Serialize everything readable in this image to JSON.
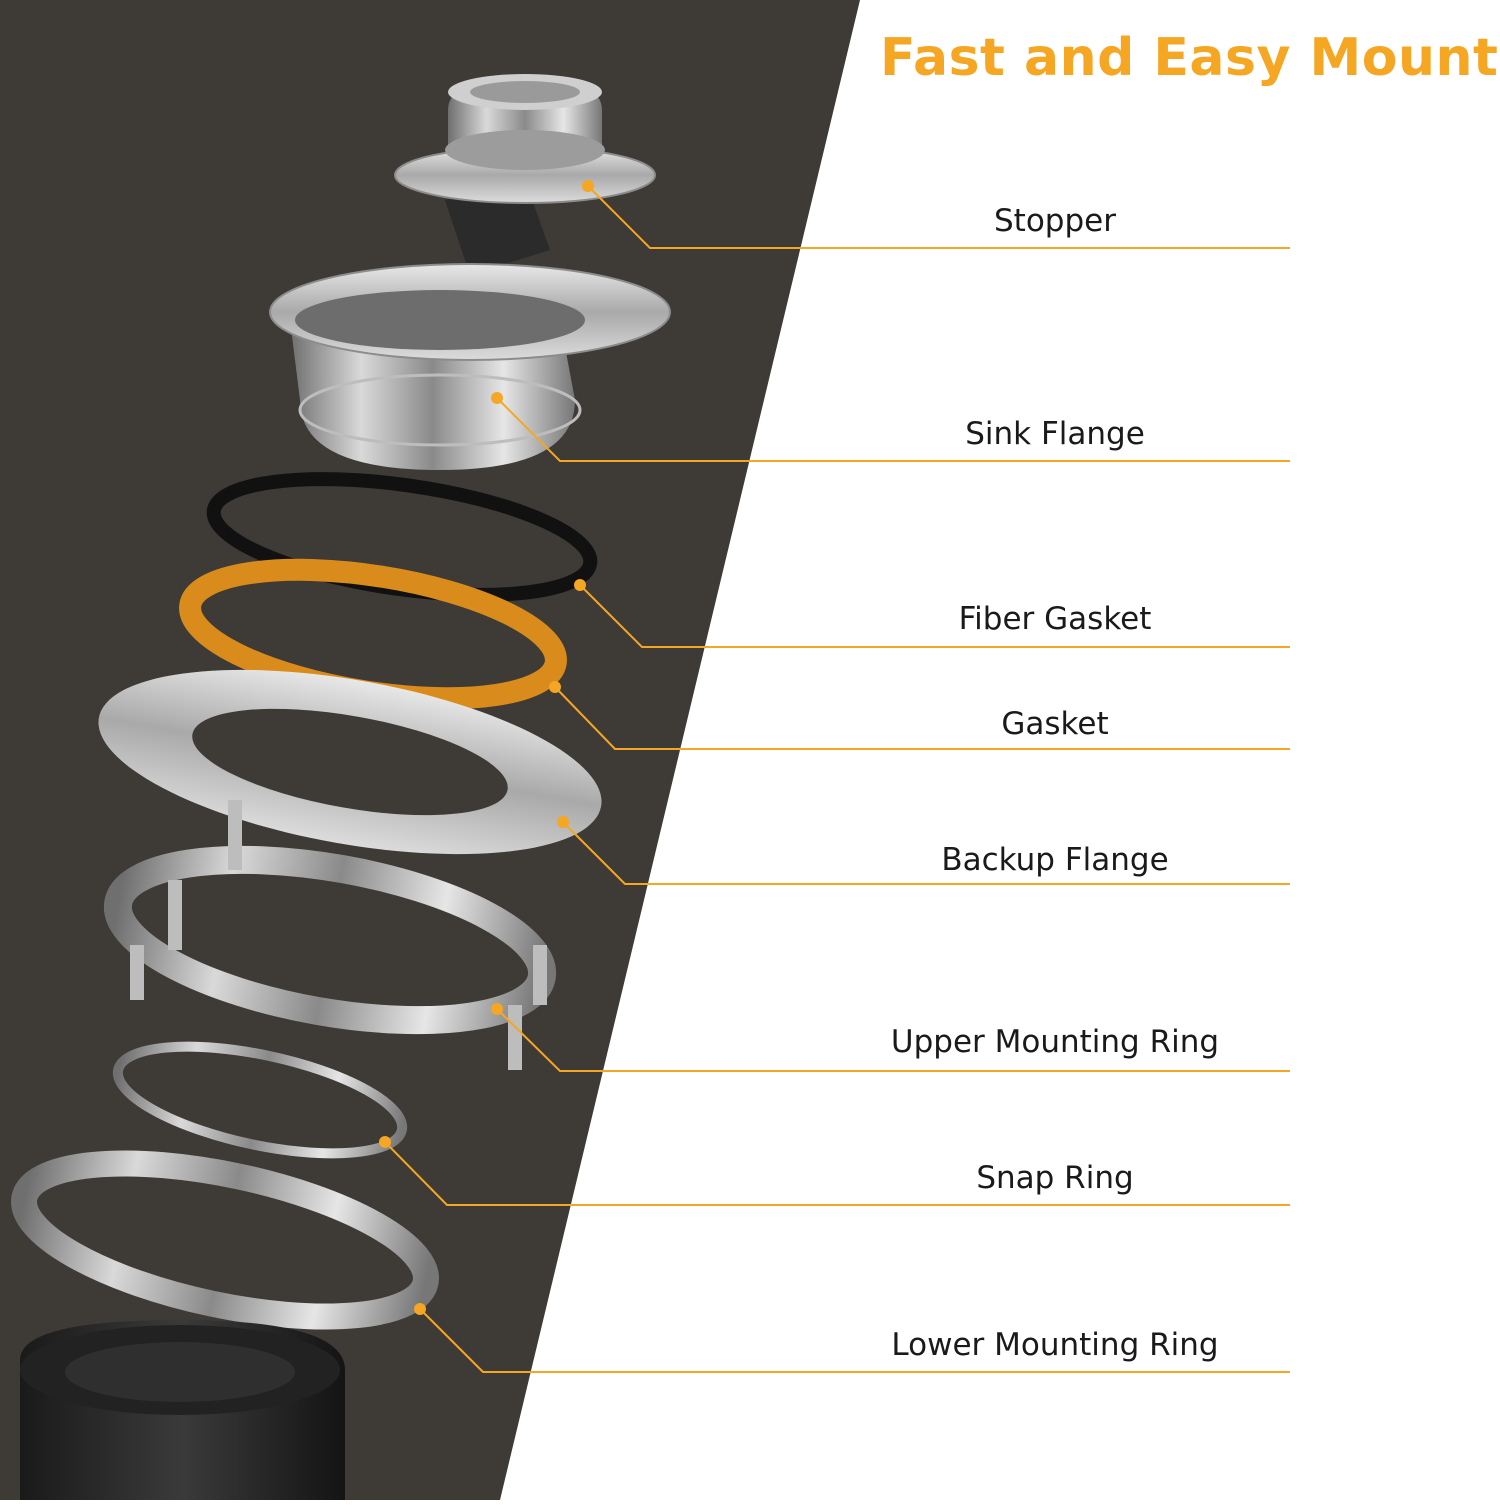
{
  "title": "Fast and Easy Mount",
  "colors": {
    "accent": "#F5A623",
    "panel": "#3e3a36",
    "background": "#ffffff"
  },
  "parts": [
    {
      "label": "Stopper"
    },
    {
      "label": "Sink Flange"
    },
    {
      "label": "Fiber Gasket"
    },
    {
      "label": "Gasket"
    },
    {
      "label": "Backup Flange"
    },
    {
      "label": "Upper Mounting Ring"
    },
    {
      "label": "Snap Ring"
    },
    {
      "label": "Lower Mounting Ring"
    }
  ]
}
